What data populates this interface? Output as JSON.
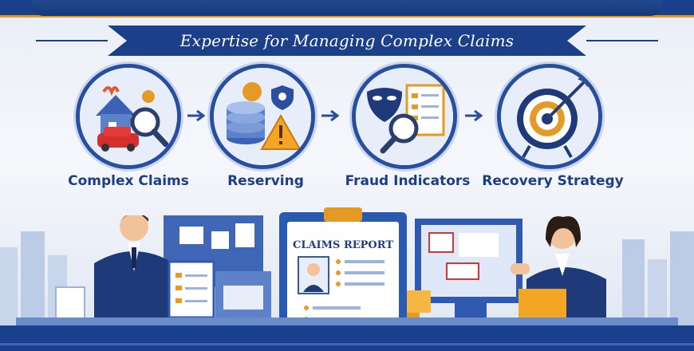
{
  "banner": {
    "subtitle": "Expertise for Managing Complex Claims"
  },
  "steps": [
    {
      "label": "Complex Claims",
      "icon": "house-car-magnifier-icon"
    },
    {
      "label": "Reserving",
      "icon": "coins-warning-icon"
    },
    {
      "label": "Fraud Indicators",
      "icon": "mask-magnifier-icon"
    },
    {
      "label": "Recovery Strategy",
      "icon": "target-arrow-icon"
    }
  ],
  "scene": {
    "report_title": "CLAIMS REPORT"
  },
  "colors": {
    "navy": "#1a3f8c",
    "accent": "#e49a24",
    "circle_border": "#274f9e",
    "label_text": "#1d3d86"
  }
}
